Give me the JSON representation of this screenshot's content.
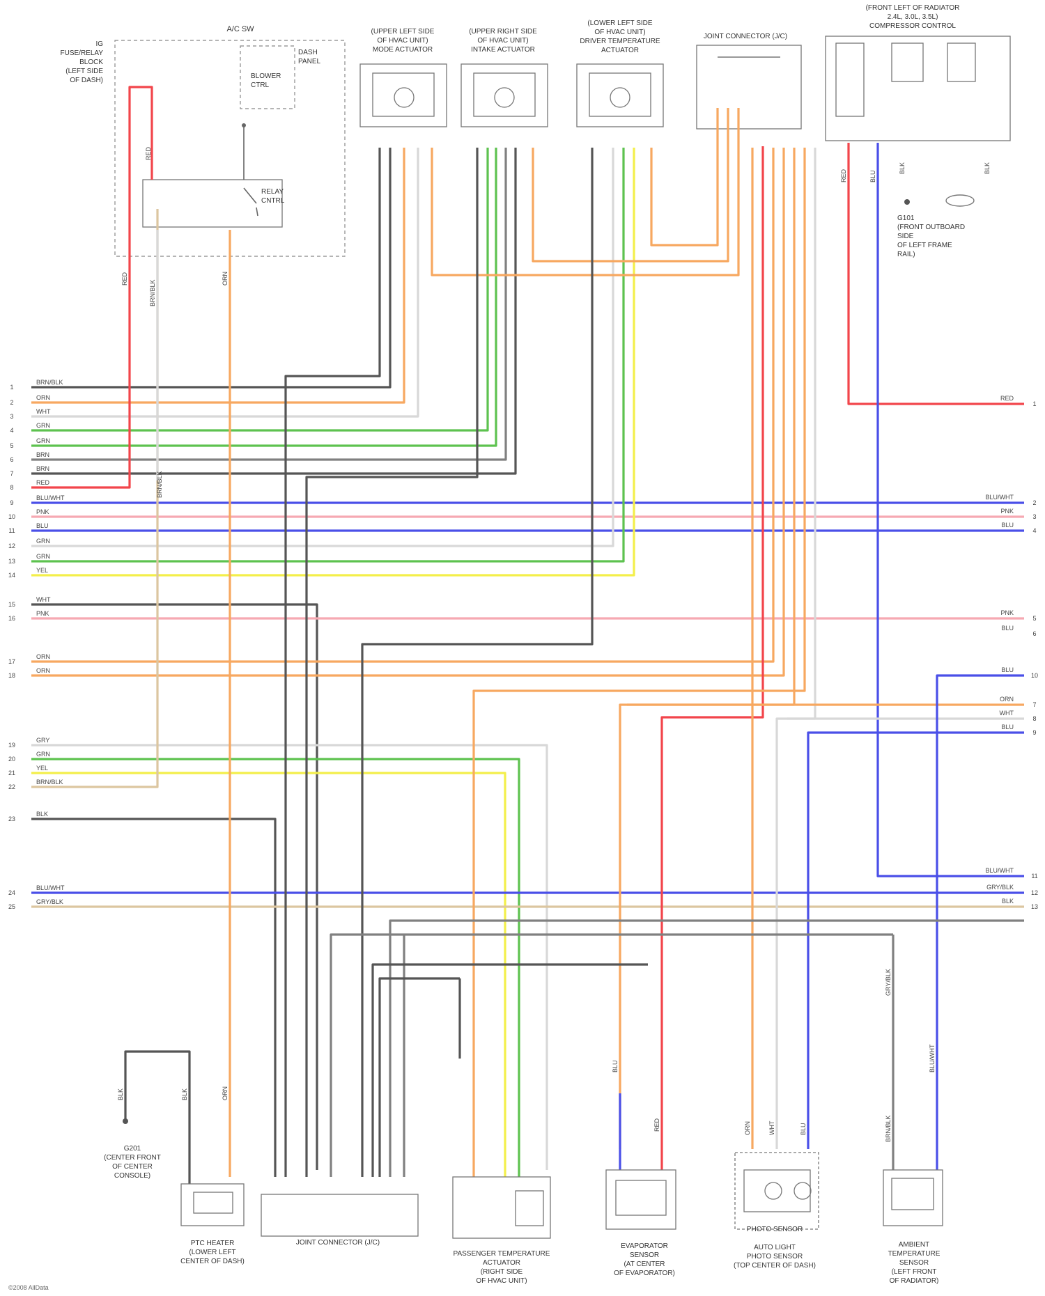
{
  "colors": {
    "red": "#f2454b",
    "orange": "#f7a860",
    "green": "#5dc24f",
    "yellow": "#f3ef4a",
    "blue": "#4a4fe8",
    "pink": "#f6a9b2",
    "gray": "#808080",
    "dark": "#555555",
    "tan": "#dcc6a0",
    "white": "#d8d8d8"
  },
  "legend_colors": [
    "red",
    "orange",
    "green",
    "yellow",
    "blue",
    "pink",
    "gray",
    "dark",
    "tan",
    "white"
  ],
  "components": {
    "fuse_block": [
      "IG",
      "FUSE/RELAY",
      "BLOCK",
      "(LEFT SIDE",
      "OF DASH)"
    ],
    "switch": [
      "A/C SW"
    ],
    "relay_ecu": [
      "DASH",
      "PANEL"
    ],
    "relay_inner": [
      "BLOWER",
      "CTRL"
    ],
    "relay_label": [
      "RELAY",
      "CNTRL"
    ],
    "mode_actuator": [
      "(UPPER LEFT SIDE",
      "OF HVAC UNIT)",
      "MODE ACTUATOR"
    ],
    "recirc_actuator": [
      "(UPPER RIGHT SIDE",
      "OF HVAC UNIT)",
      "INTAKE ACTUATOR"
    ],
    "temp_actuator": [
      "(LOWER LEFT SIDE",
      "OF HVAC UNIT)",
      "DRIVER TEMPERATURE",
      "ACTUATOR"
    ],
    "joint_connector": [
      "JOINT CONNECTOR (J/C)"
    ],
    "compressor": [
      "(FRONT LEFT OF RADIATOR",
      "2.4L, 3.0L, 3.5L)",
      "COMPRESSOR CONTROL"
    ],
    "compressor_ground": [
      "G101",
      "(FRONT OUTBOARD",
      "SIDE",
      "OF LEFT FRAME",
      "RAIL)"
    ],
    "bottom_ground": [
      "G201",
      "(CENTER FRONT",
      "OF CENTER",
      "CONSOLE)"
    ],
    "ptc_heater": [
      "PTC HEATER",
      "(LOWER LEFT",
      "CENTER OF DASH)"
    ],
    "bottom_joint": [
      "JOINT CONNECTOR (J/C)"
    ],
    "pass_temp_actuator": [
      "PASSENGER TEMPERATURE",
      "ACTUATOR",
      "(RIGHT SIDE",
      "OF HVAC UNIT)"
    ],
    "evap_sensor": [
      "EVAPORATOR",
      "SENSOR",
      "(AT CENTER",
      "OF EVAPORATOR)"
    ],
    "photo_sensor": [
      "PHOTO SENSOR",
      "AUTO LIGHT",
      "PHOTO SENSOR",
      "(TOP CENTER OF DASH)"
    ],
    "ambient_sensor": [
      "AMBIENT",
      "TEMPERATURE",
      "SENSOR",
      "(LEFT FRONT",
      "OF RADIATOR)"
    ]
  },
  "left_pins": {
    "group1": [
      "1",
      "2",
      "3",
      "4",
      "5",
      "6",
      "7",
      "8"
    ],
    "group2": [
      "9",
      "10",
      "11",
      "12",
      "13",
      "14"
    ],
    "group3": [
      "15",
      "16"
    ],
    "group4": [
      "17",
      "18"
    ],
    "group5": [
      "19",
      "20",
      "21",
      "22"
    ],
    "group6": [
      "23"
    ],
    "group7": [
      "24",
      "25"
    ]
  },
  "wire_labels": {
    "group1": [
      "BRN/BLK",
      "ORN",
      "WHT",
      "GRN",
      "GRN",
      "BRN",
      "BRN",
      "RED"
    ],
    "group2": [
      "BLU/WHT",
      "PNK",
      "BLU",
      "GRN",
      "GRN",
      "YEL"
    ],
    "group3": [
      "WHT",
      "PNK"
    ],
    "group4": [
      "ORN",
      "ORN"
    ],
    "group5": [
      "GRY",
      "GRN",
      "YEL",
      "BRN/BLK"
    ],
    "group6": [
      "BLK"
    ],
    "group7": [
      "BLU/WHT",
      "GRY/BLK"
    ]
  },
  "right_labels": [
    {
      "text": "RED",
      "pin": "1"
    },
    {
      "text": "BLU/WHT",
      "pin": "2"
    },
    {
      "text": "PNK",
      "pin": "3"
    },
    {
      "text": "BLU",
      "pin": "4"
    },
    {
      "text": "PNK",
      "pin": "5"
    },
    {
      "text": "BLU",
      "pin": "6"
    },
    {
      "text": "ORN",
      "pin": "7"
    },
    {
      "text": "WHT",
      "pin": "8"
    },
    {
      "text": "BLU",
      "pin": "9"
    },
    {
      "text": "BLU",
      "pin": "10"
    },
    {
      "text": "BLU/WHT",
      "pin": "11"
    },
    {
      "text": "GRY/BLK",
      "pin": "12"
    },
    {
      "text": "BLK",
      "pin": "13"
    }
  ],
  "vertical_labels": {
    "red_top": "RED",
    "red_low": "RED",
    "gray_low": "BRN/BLK",
    "orange_low": "ORN",
    "brn_low": "BRN/BLK",
    "comp_red": "RED",
    "comp_blu": "BLU",
    "comp_blk": "BLK",
    "comp_blk2": "BLK",
    "ground_blk": "BLK",
    "ptc_blk": "BLK",
    "ptc_orn": "ORN",
    "evap_blu": "BLU",
    "evap_red": "RED",
    "photo_orn": "ORN",
    "photo_wht": "WHT",
    "photo_blu": "BLU",
    "amb_gry": "GRY/BLK",
    "amb_blu": "BLU/WHT",
    "amb_brn": "BRN/BLK"
  },
  "credit": "©2008 AllData"
}
